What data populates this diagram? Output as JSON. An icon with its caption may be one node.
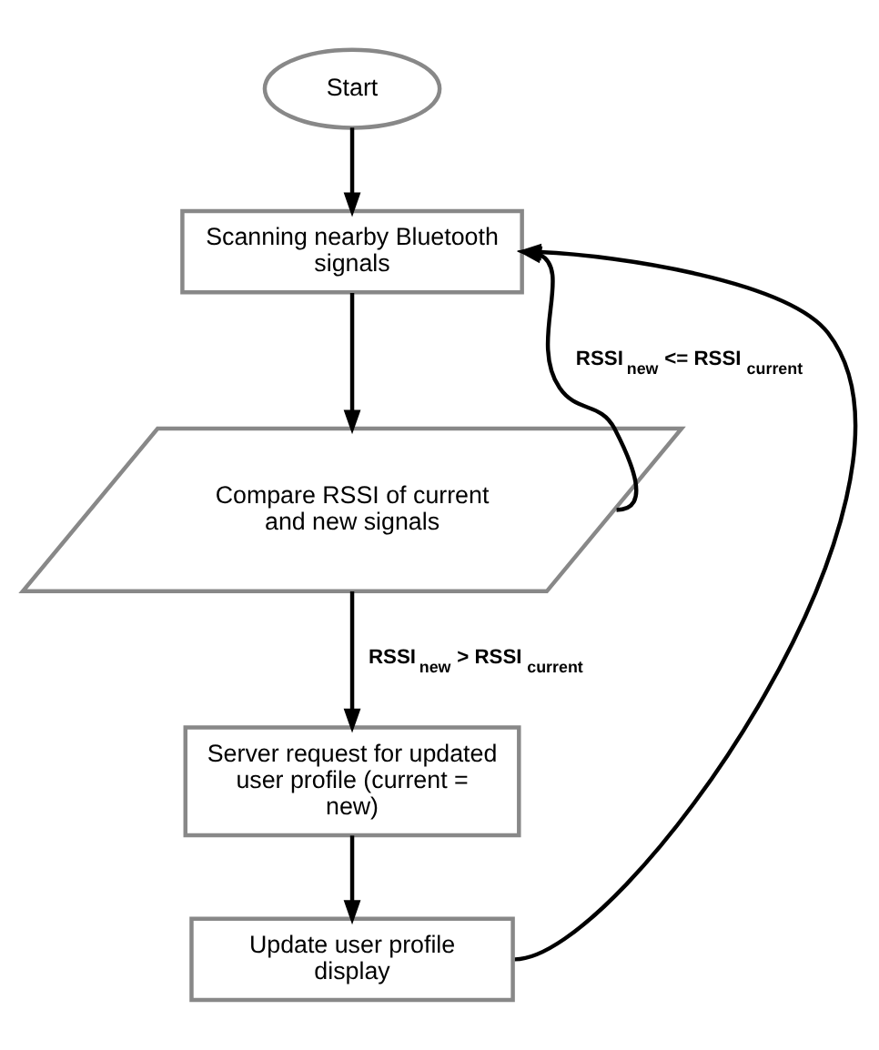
{
  "diagram": {
    "nodes": [
      {
        "text": [
          "Start"
        ]
      },
      {
        "text": [
          "Scanning nearby Bluetooth signals"
        ]
      },
      {
        "text": [
          "Compare RSSI of current and new signals"
        ]
      },
      {
        "text": [
          "Server request for updated user profile (current = new)"
        ]
      },
      {
        "text": [
          "Update user profile display"
        ]
      }
    ],
    "edges": [
      {
        "from": 0,
        "to": 1,
        "arrow": "to"
      },
      {
        "from": 1,
        "to": 2,
        "arrow": "to"
      },
      {
        "from": 2,
        "to": 3,
        "arrow": "to",
        "label": "RSSI$_{new}$ > RSSI$_{current}$"
      },
      {
        "from": 2,
        "to": 1,
        "arrow": "to",
        "label": "RSSI$_{new}$ <= RSSI$_{current}$"
      },
      {
        "from": 3,
        "to": 4,
        "arrow": "to"
      },
      {
        "from": 4,
        "to": 1,
        "arrow": "to"
      }
    ]
  }
}
